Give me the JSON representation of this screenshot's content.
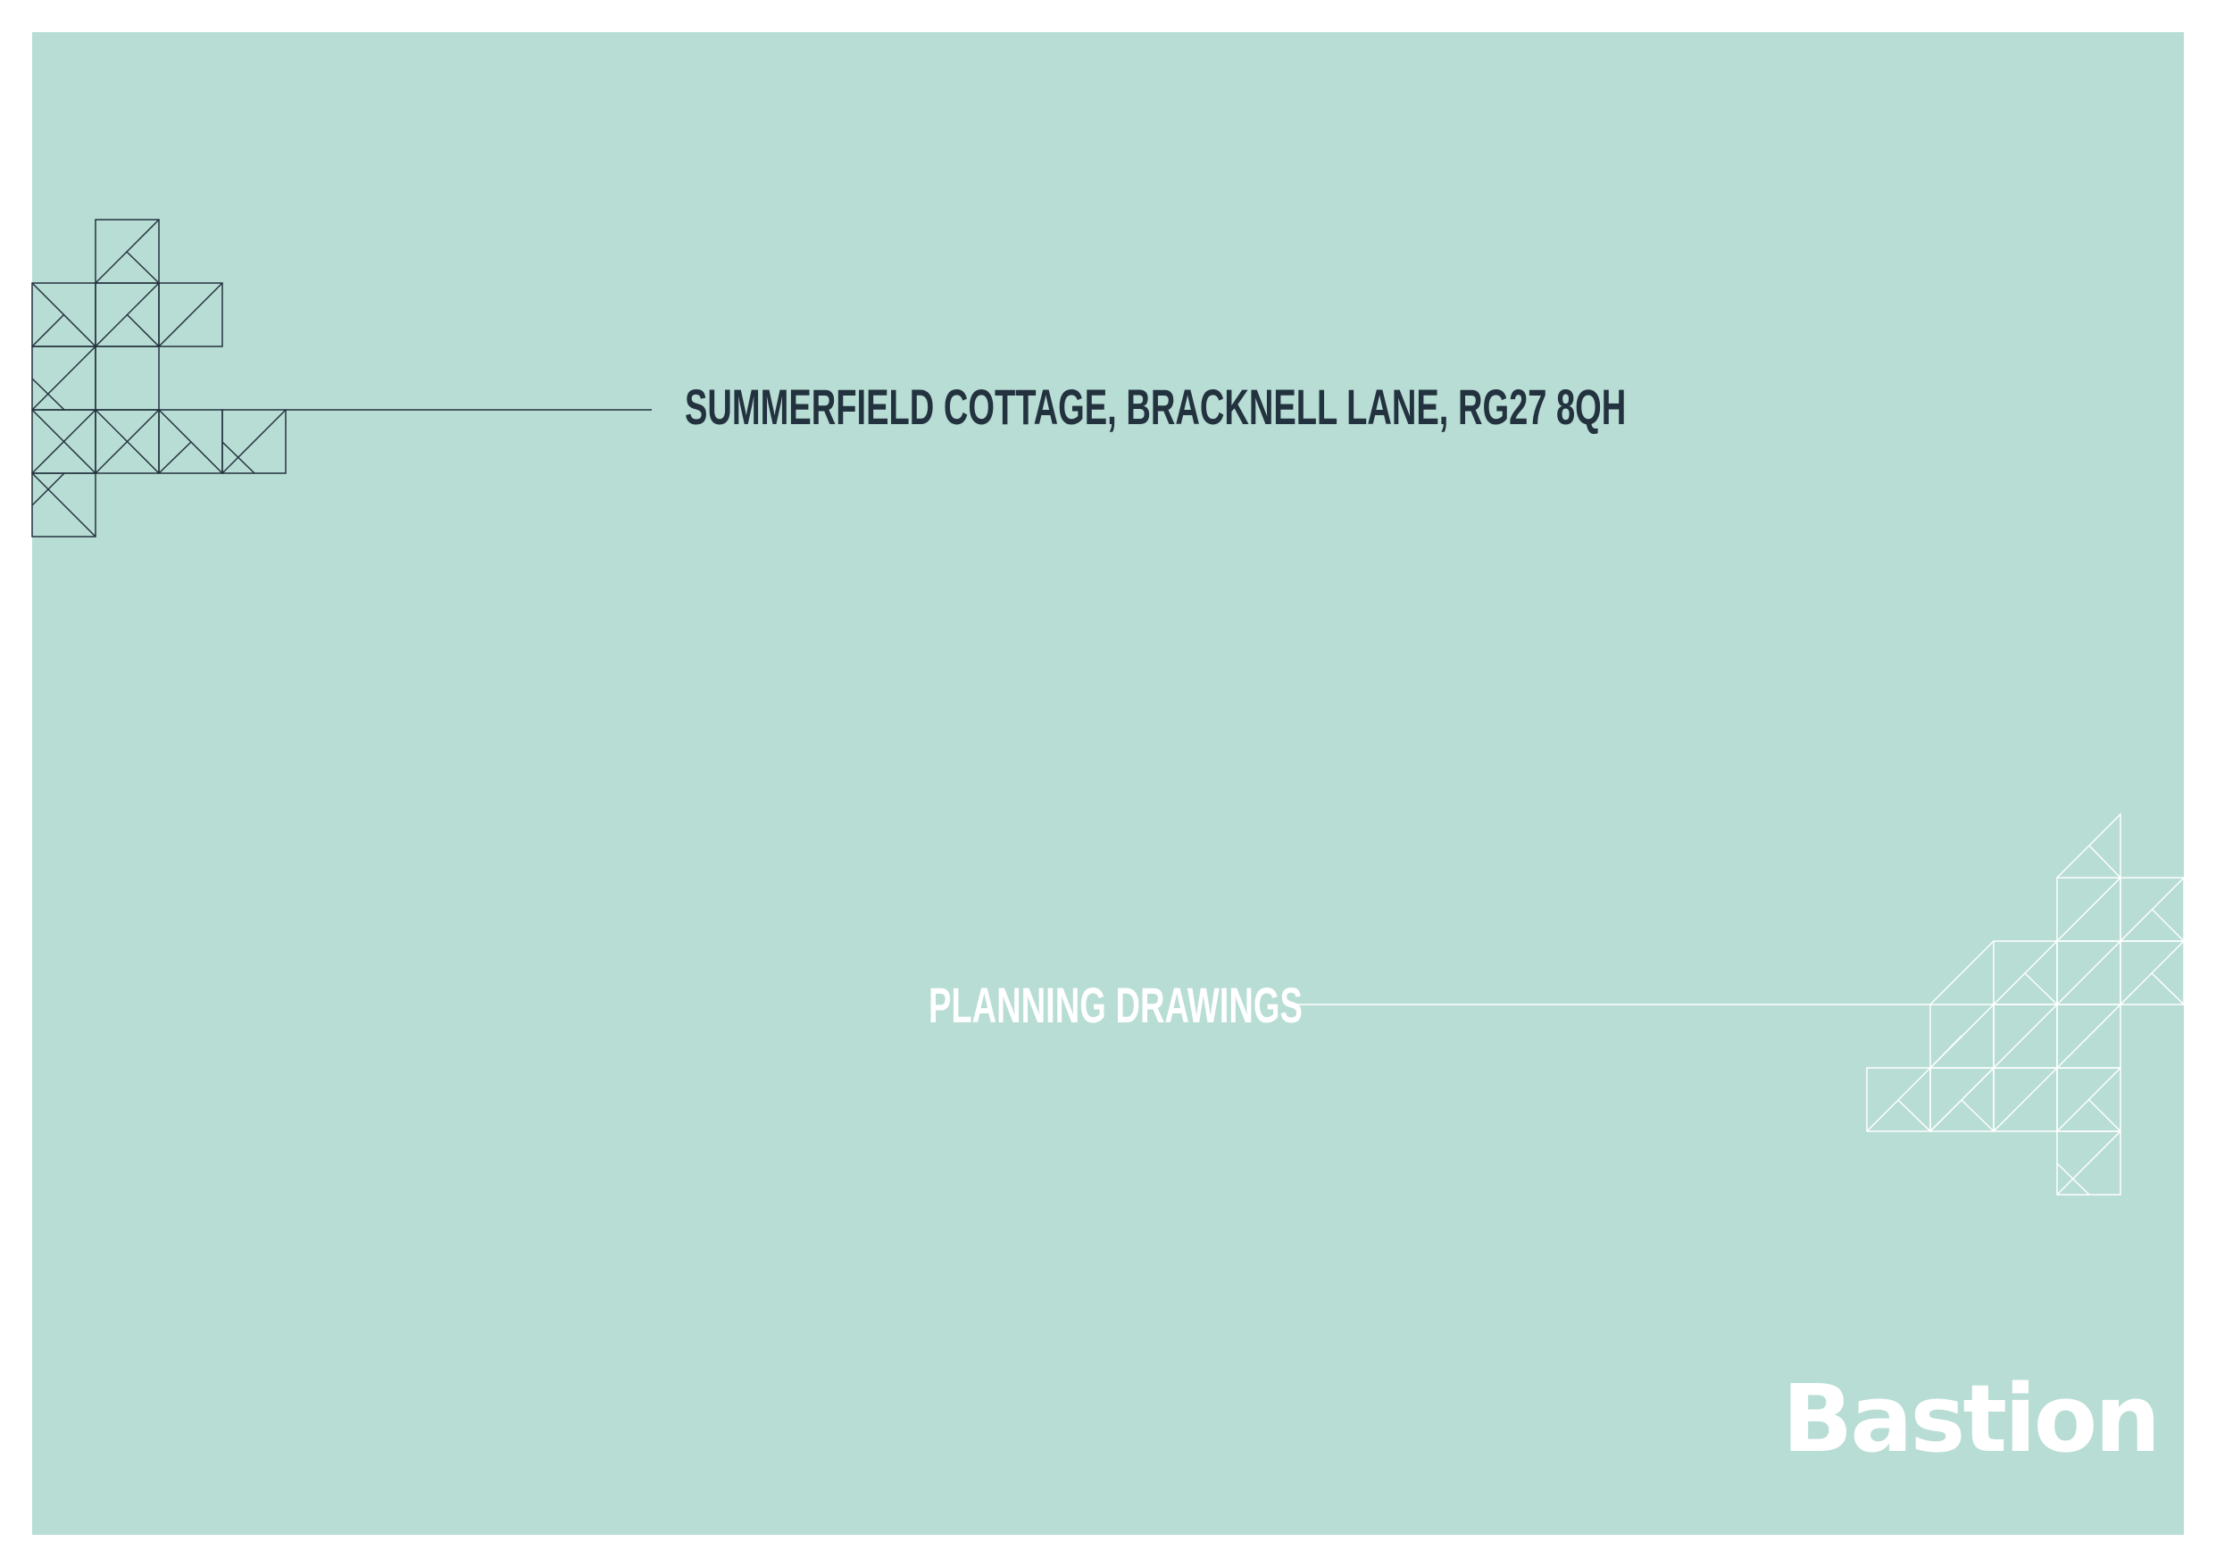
{
  "document": {
    "project_title": "SUMMERFIELD COTTAGE, BRACKNELL LANE, RG27 8QH",
    "document_type": "PLANNING DRAWINGS"
  },
  "brand": {
    "logo_text": "Bastion",
    "logo_color": "#ffffff"
  },
  "colors": {
    "background": "#b8ddd4",
    "page": "#ffffff",
    "dark_text": "#23323f",
    "light_text": "#ffffff"
  },
  "decorations": {
    "top_left_pattern": "geometric-triangle-grid",
    "bottom_right_pattern": "geometric-triangle-grid"
  }
}
